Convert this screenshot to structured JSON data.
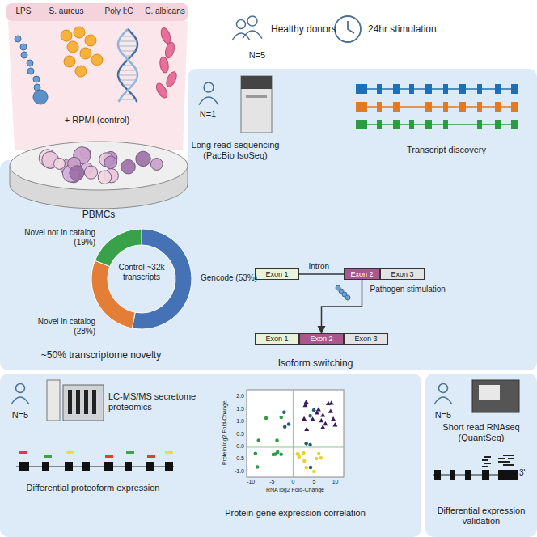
{
  "diagram": {
    "nodes": [
      {
        "text": [
          "LPS",
          "S. aureus",
          "Poly I:C",
          "C. albicans"
        ]
      },
      {
        "text": [
          "N=1",
          "Long read sequencing (PacBio IsoSeq)",
          "Transcript discovery"
        ]
      },
      {
        "text": [
          "~50% transcriptome novelty",
          "Isoform switching"
        ]
      },
      {
        "text": [
          "Exon 1"
        ],
        "in": 2
      },
      {
        "text": [
          "Exon 2"
        ],
        "in": 2
      },
      {
        "text": [
          "Exon 3"
        ],
        "in": 2
      },
      {
        "text": [
          "Exon 1"
        ],
        "in": 2
      },
      {
        "text": [
          "Exon 2"
        ],
        "in": 2
      },
      {
        "text": [
          "Exon 3"
        ],
        "in": 2
      },
      {
        "text": [
          "N=5",
          "LC-MS/MS secretome proteomics",
          "Differential proteoform expression",
          "Protein-gene expression correlation"
        ]
      },
      {
        "text": [
          "N=5",
          "Short read RNAseq (QuantSeq)",
          "Differential expression validation"
        ]
      }
    ],
    "edges": [
      {
        "from": 3,
        "to": 4,
        "label": "Intron",
        "arrow": "none"
      },
      {
        "from": 4,
        "to": 7,
        "label": "Pathogen stimulation",
        "arrow": "to"
      }
    ],
    "labels": [
      "Healthy donors",
      "N=5",
      "24hr stimulation",
      "+ RPMI (control)",
      "PBMCs",
      "Novel not in catalog (19%)",
      "Novel in catalog (28%)",
      "Gencode (53%)",
      "Control ~32k transcripts",
      "2.0",
      "1.5",
      "1.0",
      "0.5",
      "0.0",
      "-0.5",
      "-1.0",
      "-10",
      "-5",
      "0",
      "5",
      "10",
      "Protein log2 Fold-Change",
      "RNA log2 Fold-Change",
      "3'"
    ]
  }
}
